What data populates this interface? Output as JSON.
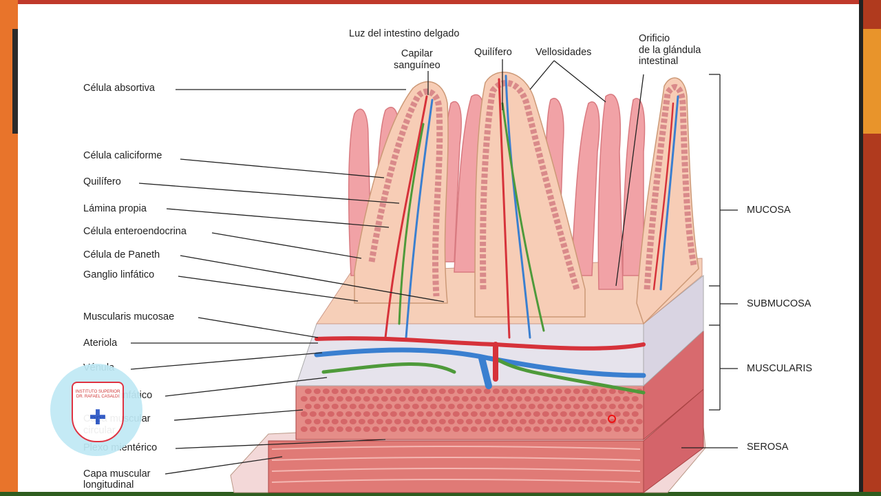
{
  "labels": {
    "lumen": "Luz del intestino delgado",
    "capillary": "Capilar\nsanguíneo",
    "lacteal_top": "Quilífero",
    "villi": "Vellosidades",
    "gland_orifice": "Orificio\nde la glándula\nintestinal",
    "absorptive_cell": "Célula absortiva",
    "goblet_cell": "Célula caliciforme",
    "lacteal": "Quilífero",
    "lamina_propria": "Lámina propia",
    "enteroendocrine": "Célula enteroendocrina",
    "paneth": "Célula de Paneth",
    "lymph_node": "Ganglio linfático",
    "muscularis_mucosae": "Muscularis mucosae",
    "arteriole": "Ateriola",
    "venule": "Vénula",
    "lymph_vessel": "linfático",
    "circular_muscle": "Capa muscular\ncircular",
    "myenteric": "Plexo mientérico",
    "longitudinal_muscle": "Capa muscular\nlongitudinal"
  },
  "layers": {
    "mucosa": "MUCOSA",
    "submucosa": "SUBMUCOSA",
    "muscularis": "MUSCULARIS",
    "serosa": "SEROSA"
  },
  "logo": {
    "text": "INSTITUTO SUPERIOR DR. RAFAEL CASALDI",
    "icon": "caduceus-cross-icon"
  },
  "colors": {
    "frame_top": "#c0392b",
    "frame_left": "#e8742b",
    "frame_right": "#b03a1e",
    "frame_bottom": "#2e5d1f",
    "artery": "#d6323a",
    "vein": "#3a7fd0",
    "lymph": "#4e9a3a",
    "villus": "#f0a5a8"
  }
}
